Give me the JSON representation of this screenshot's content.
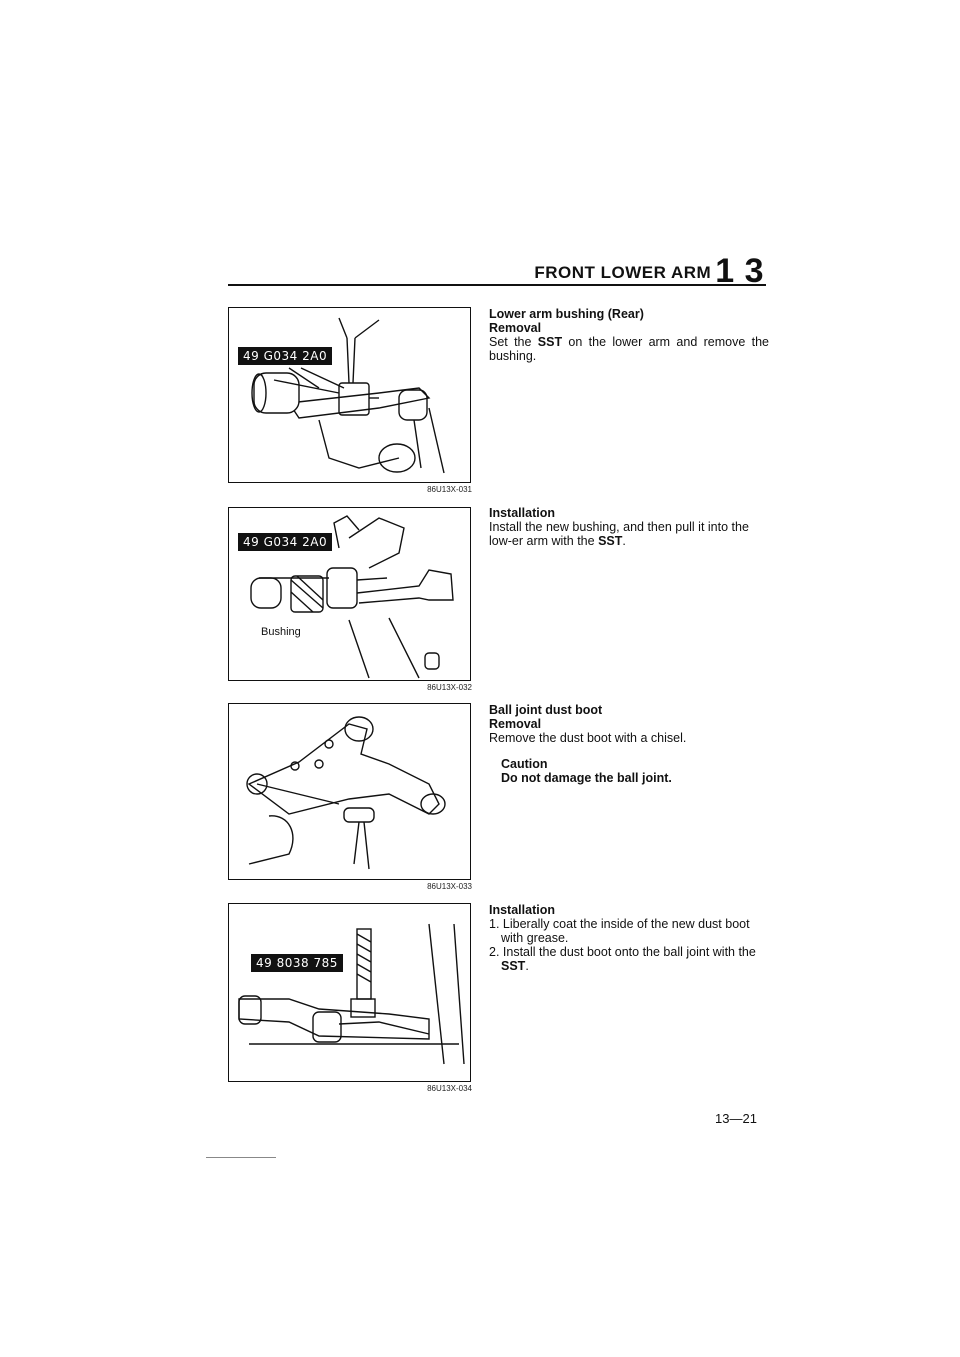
{
  "header": {
    "title": "FRONT LOWER ARM",
    "section": "1 3"
  },
  "figures": [
    {
      "tag": "49 G034 2A0",
      "code": "86U13X-031",
      "callout": ""
    },
    {
      "tag": "49 G034 2A0",
      "code": "86U13X-032",
      "callout": "Bushing"
    },
    {
      "tag": "",
      "code": "86U13X-033",
      "callout": ""
    },
    {
      "tag": "49 8038 785",
      "code": "86U13X-034",
      "callout": ""
    }
  ],
  "sections": {
    "s1": {
      "title": "Lower arm bushing (Rear)",
      "sub": "Removal",
      "body_a": "Set the ",
      "body_b": "SST",
      "body_c": " on the lower arm and remove the bushing."
    },
    "s2": {
      "title": "Installation",
      "body_a": "Install the new bushing, and then pull it into the low-er arm with the ",
      "body_b": "SST",
      "body_c": "."
    },
    "s3": {
      "title": "Ball joint dust boot",
      "sub": "Removal",
      "body": "Remove the dust boot with a chisel.",
      "caution_title": "Caution",
      "caution_body": "Do not damage the ball joint."
    },
    "s4": {
      "title": "Installation",
      "step1": "1. Liberally coat the inside of the new dust boot with grease.",
      "step2_a": "2. Install the dust boot onto the ball joint with the ",
      "step2_b": "SST",
      "step2_c": "."
    }
  },
  "page_number": "13—21"
}
